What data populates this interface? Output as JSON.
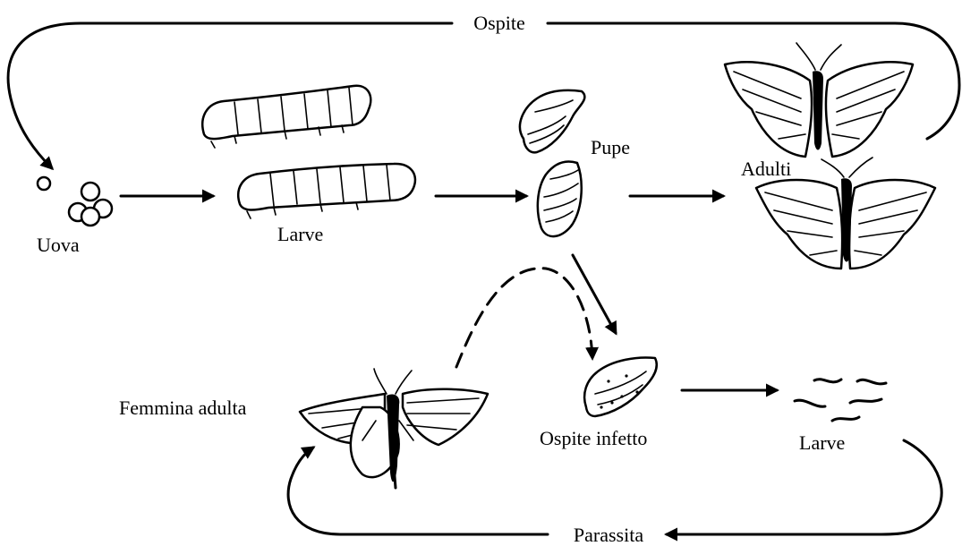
{
  "labels": {
    "host": "Ospite",
    "eggs": "Uova",
    "larvae_host": "Larve",
    "pupae": "Pupe",
    "adults": "Adulti",
    "adult_female": "Femmina adulta",
    "infected_host": "Ospite infetto",
    "larvae_parasite": "Larve",
    "parasite": "Parassita"
  }
}
